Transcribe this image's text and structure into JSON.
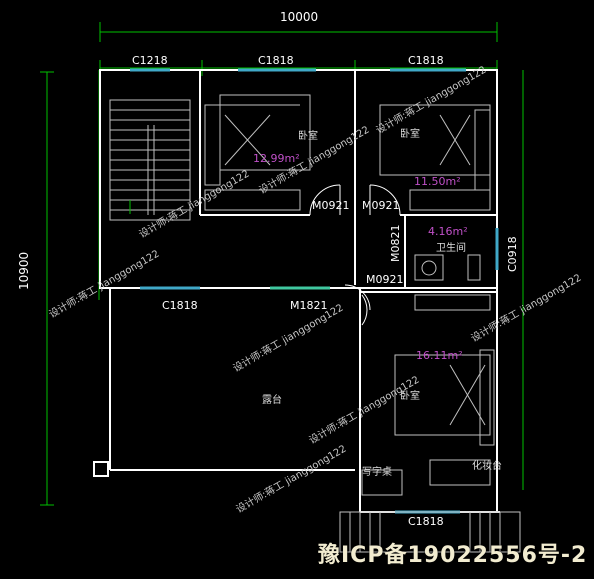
{
  "dimensions": {
    "total_width": "10000",
    "total_height": "10900"
  },
  "windows": {
    "w1": "C1218",
    "w2": "C1818",
    "w3": "C1818",
    "w4": "C1818",
    "w5": "C0918",
    "w6": "C1818"
  },
  "doors": {
    "d1": "M0921",
    "d2": "M0921",
    "d3": "M0821",
    "d4": "M0921",
    "d5": "M1821"
  },
  "rooms": {
    "bedroom_a": "卧室",
    "bedroom_b": "卧室",
    "bedroom_c": "卧室",
    "bathroom": "卫生间",
    "terrace": "露台",
    "desk": "写字桌",
    "vanity": "化妆台"
  },
  "areas": {
    "bedroom_a": "12.99m²",
    "bedroom_b": "11.50m²",
    "bathroom": "4.16m²",
    "bedroom_c": "16.11m²"
  },
  "watermarks": [
    "设计师:蒋工 jianggong122",
    "设计师:蒋工 jianggong122",
    "设计师:蒋工 jianggong122",
    "设计师:蒋工 jianggong122",
    "设计师:蒋工 jianggong122",
    "设计师:蒋工 jianggong122",
    "设计师:蒋工 jianggong122",
    "设计师:蒋工 jianggong122"
  ],
  "footer": "豫ICP备19022556号-2",
  "colors": {
    "wall": "#ffffff",
    "dimension": "#00c000",
    "window": "#40a8c8",
    "area": "#c050c8",
    "furniture": "#c0c0c0"
  }
}
